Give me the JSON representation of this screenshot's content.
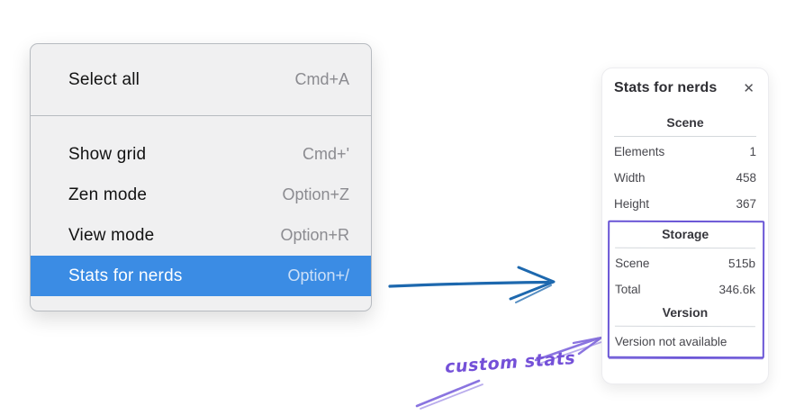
{
  "menu": {
    "groups": [
      {
        "items": [
          {
            "label": "Select all",
            "shortcut": "Cmd+A",
            "selected": false
          }
        ]
      },
      {
        "items": [
          {
            "label": "Show grid",
            "shortcut": "Cmd+'",
            "selected": false
          },
          {
            "label": "Zen mode",
            "shortcut": "Option+Z",
            "selected": false
          },
          {
            "label": "View mode",
            "shortcut": "Option+R",
            "selected": false
          },
          {
            "label": "Stats for nerds",
            "shortcut": "Option+/",
            "selected": true
          }
        ]
      }
    ]
  },
  "panel": {
    "title": "Stats for nerds",
    "close_icon": "✕",
    "sections": [
      {
        "heading": "Scene",
        "rows": [
          {
            "label": "Elements",
            "value": "1"
          },
          {
            "label": "Width",
            "value": "458"
          },
          {
            "label": "Height",
            "value": "367"
          }
        ]
      },
      {
        "heading": "Storage",
        "rows": [
          {
            "label": "Scene",
            "value": "515b"
          },
          {
            "label": "Total",
            "value": "346.6k"
          }
        ]
      },
      {
        "heading": "Version",
        "note": "Version not available"
      }
    ]
  },
  "annotation": {
    "label": "custom stats"
  },
  "colors": {
    "menu_highlight": "#3b8ce4",
    "menu_background": "#f0f0f1",
    "blue_arrow": "#1d68ae",
    "violet_box": "#6a56d6",
    "violet_handwriting": "#7450d8",
    "violet_arrow": "#8a74e0"
  }
}
